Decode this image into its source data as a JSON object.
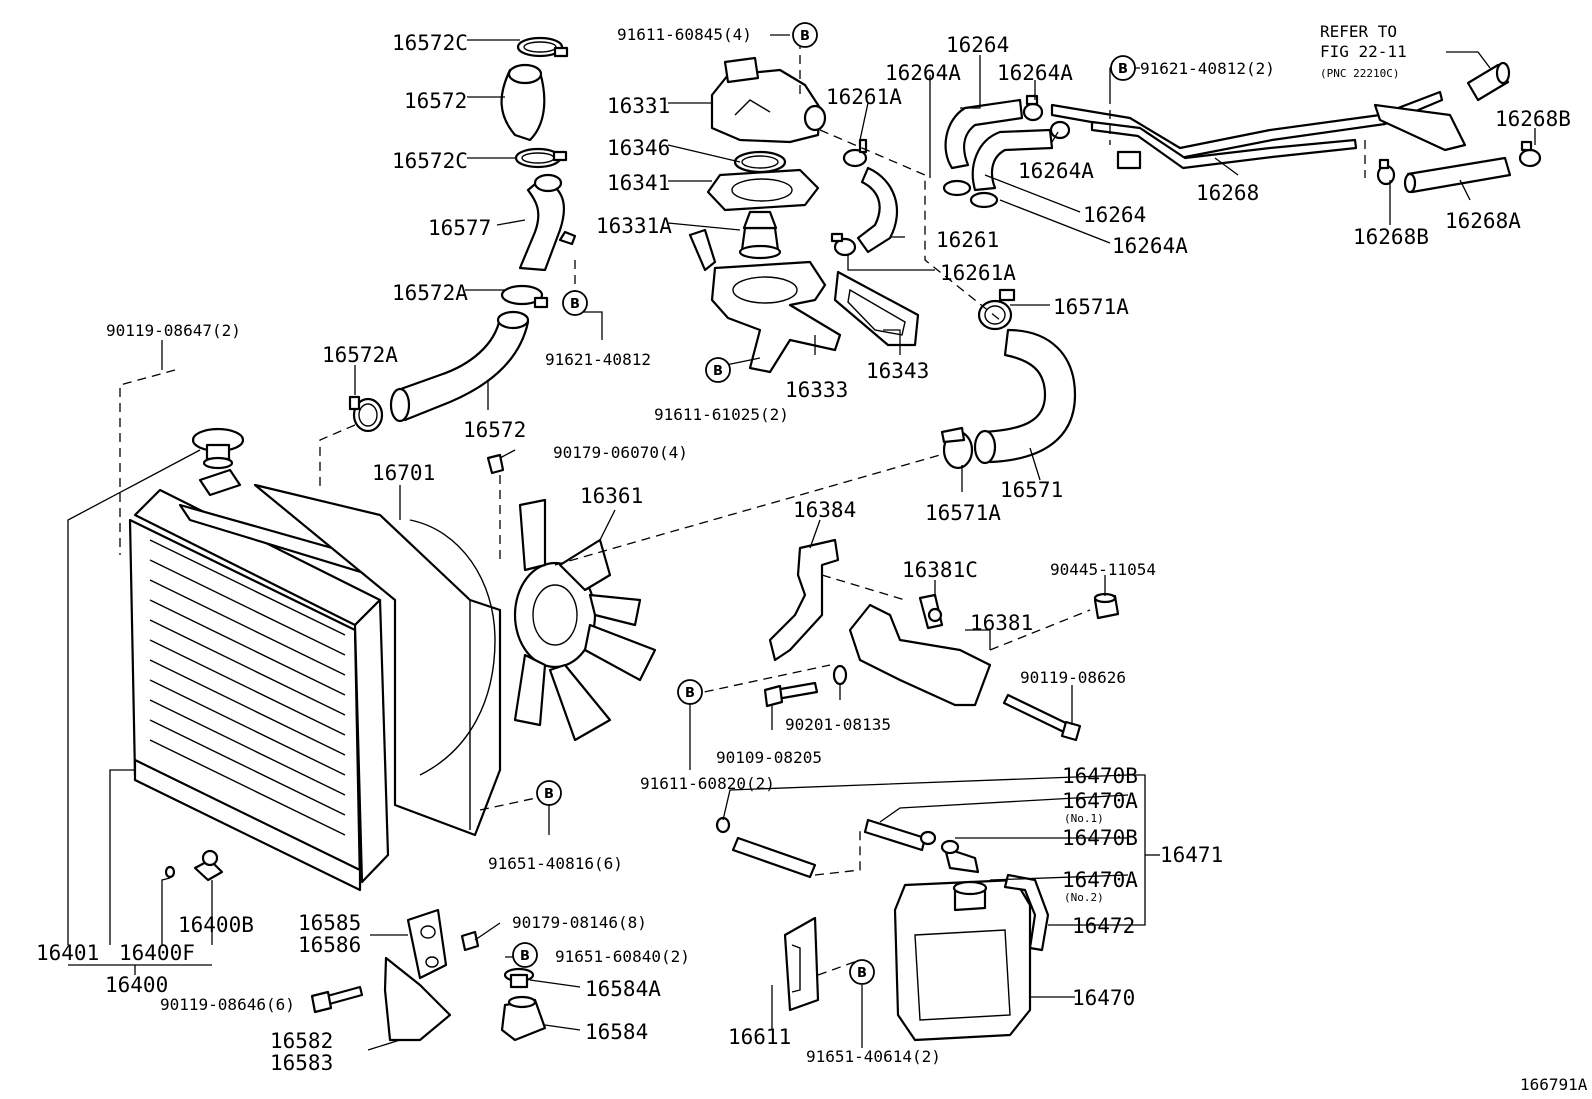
{
  "diagram_id": "166791A",
  "bolt_mark": "B",
  "refer": {
    "line1": "REFER TO",
    "line2": "FIG 22-11",
    "line3": "(PNC 22210C)"
  },
  "labels": {
    "p16572C_top": "16572C",
    "p16572_top": "16572",
    "p16572C_mid": "16572C",
    "p16577": "16577",
    "p16572A_right": "16572A",
    "p91621_40812_left": "91621-40812",
    "p16572A_left": "16572A",
    "p16572_bottom": "16572",
    "p90119_08647": "90119-08647(2)",
    "p91611_60845": "91611-60845(4)",
    "p16331": "16331",
    "p16346": "16346",
    "p16341": "16341",
    "p16331A": "16331A",
    "p16333": "16333",
    "p91611_61025": "91611-61025(2)",
    "p16343": "16343",
    "p16261A_top": "16261A",
    "p16261": "16261",
    "p16261A_bottom": "16261A",
    "p16264A_a": "16264A",
    "p16264_top": "16264",
    "p16264A_b": "16264A",
    "p16264A_c": "16264A",
    "p16264_mid": "16264",
    "p16264A_d": "16264A",
    "p91621_40812_top": "91621-40812(2)",
    "p16268": "16268",
    "p16268B_right": "16268B",
    "p16268B_low": "16268B",
    "p16268A": "16268A",
    "p16571A_top": "16571A",
    "p16571": "16571",
    "p16571A_bottom": "16571A",
    "p90179_06070": "90179-06070(4)",
    "p16701": "16701",
    "p16361": "16361",
    "p16384": "16384",
    "p16381C": "16381C",
    "p16381": "16381",
    "p90445_11054": "90445-11054",
    "p90119_08626": "90119-08626",
    "p90201_08135": "90201-08135",
    "p90109_08205": "90109-08205",
    "p91611_60820": "91611-60820(2)",
    "p91651_40816": "91651-40816(6)",
    "p16470B_top": "16470B",
    "p16470A_no1": "16470A",
    "no1": "(No.1)",
    "p16470B_mid": "16470B",
    "p16471": "16471",
    "p16470A_no2": "16470A",
    "no2": "(No.2)",
    "p16472": "16472",
    "p16470": "16470",
    "p16611": "16611",
    "p91651_40614": "91651-40614(2)",
    "p16401": "16401",
    "p16400F": "16400F",
    "p16400B": "16400B",
    "p16400": "16400",
    "p16585": "16585",
    "p16586": "16586",
    "p90179_08146": "90179-08146(8)",
    "p91651_60840": "91651-60840(2)",
    "p16584A": "16584A",
    "p16584": "16584",
    "p90119_08646": "90119-08646(6)",
    "p16582": "16582",
    "p16583": "16583"
  }
}
